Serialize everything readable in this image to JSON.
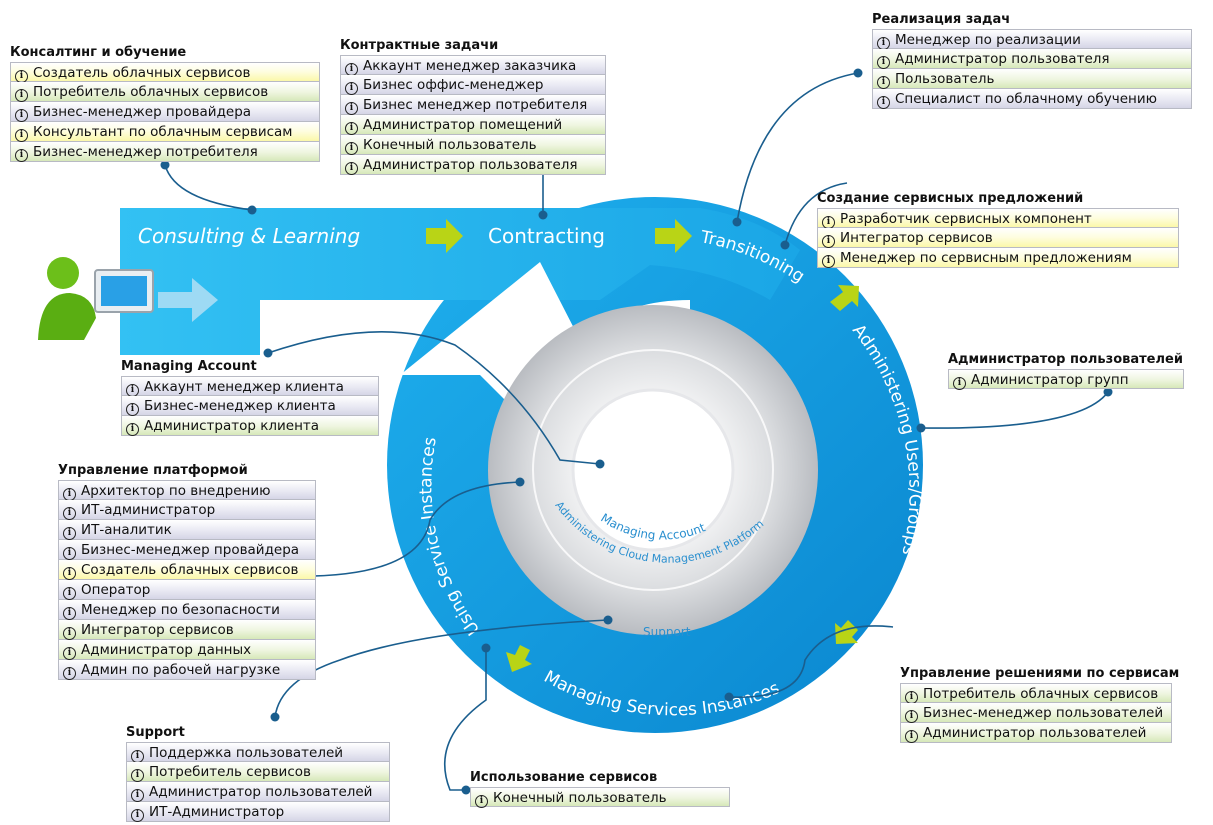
{
  "diagram": {
    "band_labels": {
      "consulting": "Consulting & Learning",
      "contracting": "Contracting",
      "transitioning": "Transitioning",
      "administering": "Administering Users/Groups",
      "managing_services": "Managing Services Instances",
      "using_services": "Using Service Instances"
    },
    "inner_labels": {
      "managing_account": "Managing Account",
      "platform": "Administering Cloud Management Platform",
      "support": "Support"
    },
    "colors": {
      "band_light": "#20b4ef",
      "band_dark": "#0d8ed6",
      "arrow": "#b9d416",
      "item_purple": "#d5d5e6",
      "item_green": "#d6e8b9",
      "item_yellow": "#fbf8a9",
      "connector": "#1a5e8e"
    }
  },
  "info_icon": "info-circle-icon",
  "groups": [
    {
      "id": "consulting",
      "title": "Консалтинг и обучение",
      "items": [
        {
          "label": "Создатель облачных сервисов",
          "color": "yellow"
        },
        {
          "label": "Потребитель облачных сервисов",
          "color": "green"
        },
        {
          "label": "Бизнес-менеджер провайдера",
          "color": "purple"
        },
        {
          "label": "Консультант по облачным сервисам",
          "color": "yellow"
        },
        {
          "label": "Бизнес-менеджер потребителя",
          "color": "green"
        }
      ]
    },
    {
      "id": "contracting",
      "title": "Контрактные задачи",
      "items": [
        {
          "label": "Аккаунт менеджер заказчика",
          "color": "purple"
        },
        {
          "label": "Бизнес оффис-менеджер",
          "color": "purple"
        },
        {
          "label": "Бизнес менеджер потребителя",
          "color": "purple"
        },
        {
          "label": "Администратор помещений",
          "color": "green"
        },
        {
          "label": "Конечный пользователь",
          "color": "green"
        },
        {
          "label": "Администратор пользователя",
          "color": "green"
        }
      ]
    },
    {
      "id": "implementation",
      "title": "Реализация задач",
      "items": [
        {
          "label": "Менеджер по реализации",
          "color": "purple"
        },
        {
          "label": "Администратор пользователя",
          "color": "green"
        },
        {
          "label": "Пользователь",
          "color": "green"
        },
        {
          "label": "Специалист по облачному обучению",
          "color": "purple"
        }
      ]
    },
    {
      "id": "service-offerings",
      "title": "Создание сервисных предложений",
      "items": [
        {
          "label": "Разработчик сервисных компонент",
          "color": "yellow"
        },
        {
          "label": "Интегратор сервисов",
          "color": "yellow"
        },
        {
          "label": "Менеджер по сервисным предложениям",
          "color": "yellow"
        }
      ]
    },
    {
      "id": "user-admin",
      "title": "Администратор пользователей",
      "items": [
        {
          "label": "Администратор групп",
          "color": "green"
        }
      ]
    },
    {
      "id": "managing-account",
      "title": "Managing Account",
      "items": [
        {
          "label": "Аккаунт менеджер клиента",
          "color": "purple"
        },
        {
          "label": "Бизнес-менеджер клиента",
          "color": "purple"
        },
        {
          "label": "Администратор клиента",
          "color": "green"
        }
      ]
    },
    {
      "id": "platform",
      "title": "Управление платформой",
      "items": [
        {
          "label": "Архитектор по внедрению",
          "color": "purple"
        },
        {
          "label": "ИТ-администратор",
          "color": "purple"
        },
        {
          "label": "ИТ-аналитик",
          "color": "purple"
        },
        {
          "label": "Бизнес-менеджер провайдера",
          "color": "purple"
        },
        {
          "label": "Создатель облачных сервисов",
          "color": "yellow"
        },
        {
          "label": "Оператор",
          "color": "purple"
        },
        {
          "label": "Менеджер по безопасности",
          "color": "purple"
        },
        {
          "label": "Интегратор сервисов",
          "color": "green"
        },
        {
          "label": "Администратор данных",
          "color": "green"
        },
        {
          "label": "Админ по рабочей нагрузке",
          "color": "purple"
        }
      ]
    },
    {
      "id": "service-solutions",
      "title": "Управление решениями по сервисам",
      "items": [
        {
          "label": "Потребитель облачных сервисов",
          "color": "green"
        },
        {
          "label": "Бизнес-менеджер пользователей",
          "color": "green"
        },
        {
          "label": "Администратор пользователей",
          "color": "green"
        }
      ]
    },
    {
      "id": "support",
      "title": "Support",
      "items": [
        {
          "label": "Поддержка пользователей",
          "color": "purple"
        },
        {
          "label": "Потребитель сервисов",
          "color": "green"
        },
        {
          "label": "Администратор пользователей",
          "color": "purple"
        },
        {
          "label": "ИТ-Администратор",
          "color": "purple"
        }
      ]
    },
    {
      "id": "using-services",
      "title": "Использование сервисов",
      "items": [
        {
          "label": "Конечный пользователь",
          "color": "green"
        }
      ]
    }
  ]
}
